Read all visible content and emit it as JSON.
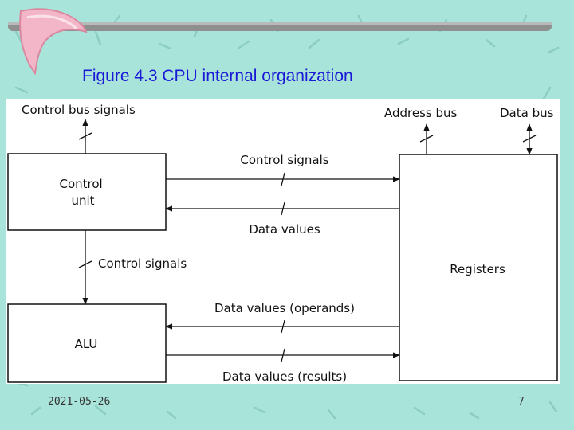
{
  "slide": {
    "title": "Figure 4.3 CPU internal organization",
    "date": "2021-05-26",
    "page_number": "7"
  },
  "diagram": {
    "blocks": {
      "control_unit": "Control\nunit",
      "alu": "ALU",
      "registers": "Registers"
    },
    "buses": {
      "control_bus": "Control bus signals",
      "address_bus": "Address bus",
      "data_bus": "Data bus",
      "cu_to_reg": "Control signals",
      "reg_to_cu": "Data values",
      "cu_to_alu": "Control signals",
      "reg_to_alu": "Data values (operands)",
      "alu_to_reg": "Data values (results)"
    }
  },
  "colors": {
    "background": "#a9e4da",
    "title": "#1a1ad6",
    "bar": "#8f8f8f",
    "swoosh": "#f3b6c8"
  }
}
